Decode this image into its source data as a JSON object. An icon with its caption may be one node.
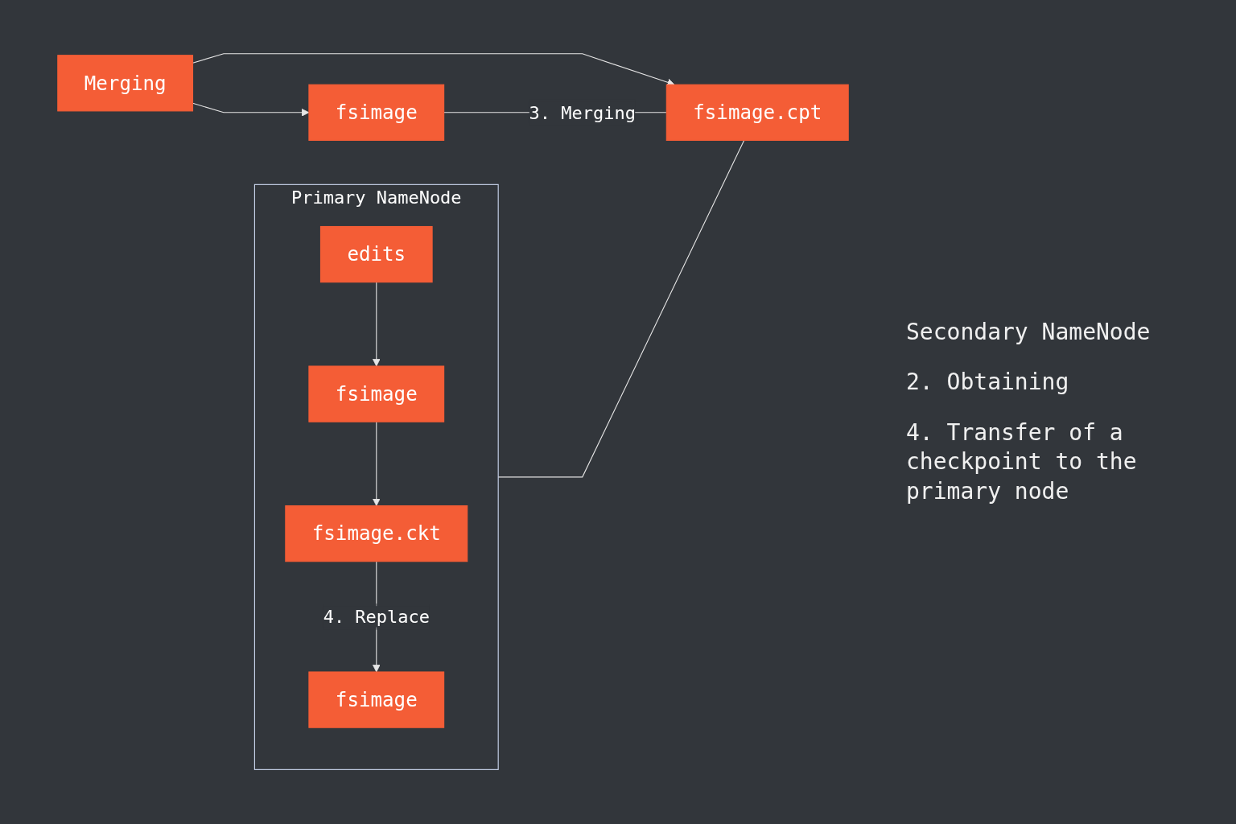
{
  "diagram": {
    "nodes": [
      {
        "text": [
          "Primary NameNode"
        ]
      },
      {
        "text": [
          "edits"
        ],
        "in": 0
      },
      {
        "text": [
          "fsimage"
        ],
        "in": 0
      },
      {
        "text": [
          "fsimage.ckt"
        ],
        "in": 0
      },
      {
        "text": [
          "fsimage"
        ],
        "in": 0
      },
      {
        "text": [
          "fsimage"
        ]
      },
      {
        "text": [
          "Merging"
        ]
      },
      {
        "text": [
          "fsimage.cpt"
        ]
      }
    ],
    "edges": [
      {
        "from": 1,
        "to": 2,
        "arrow": "to"
      },
      {
        "from": 2,
        "to": 3,
        "arrow": "to"
      },
      {
        "from": 3,
        "to": 4,
        "arrow": "to",
        "label": "4. Replace"
      },
      {
        "from": 6,
        "to": 5,
        "arrow": "to"
      },
      {
        "from": 6,
        "to": 7,
        "arrow": "to"
      },
      {
        "from": 0,
        "to": 7,
        "arrow": "none"
      },
      {
        "from": 5,
        "to": 7,
        "arrow": "none",
        "label": "3. Merging"
      }
    ],
    "labels": [
      "Secondary NameNode",
      "2. Obtaining",
      "4. Transfer of a checkpoint to the primary node"
    ]
  }
}
